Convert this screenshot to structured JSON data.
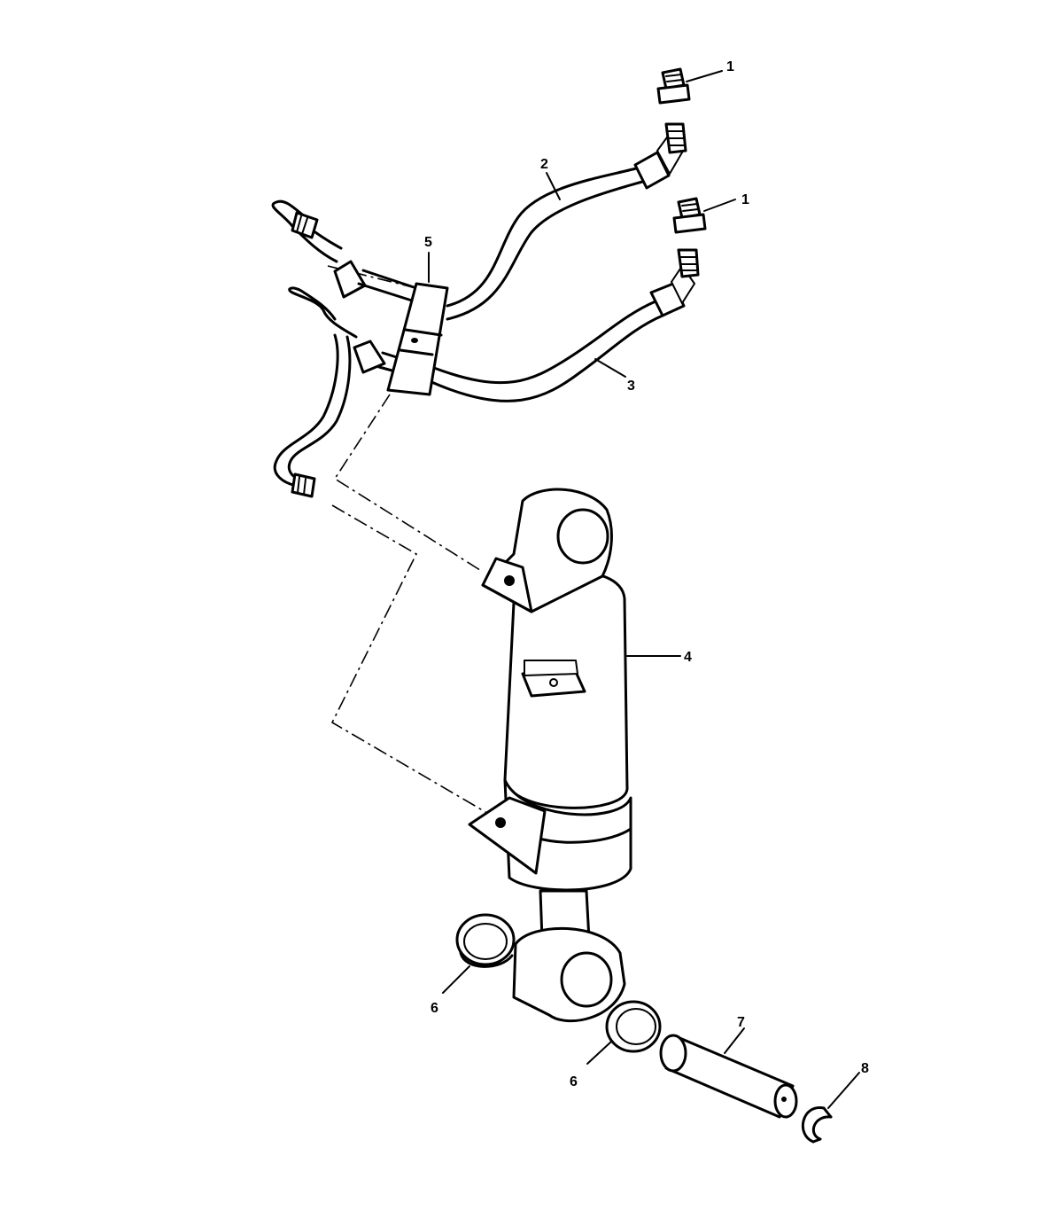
{
  "callouts": [
    {
      "id": "c1a",
      "label": "1",
      "part": "fitting-cap"
    },
    {
      "id": "c1b",
      "label": "1",
      "part": "fitting-cap"
    },
    {
      "id": "c2",
      "label": "2",
      "part": "hydraulic-hose-upper"
    },
    {
      "id": "c3",
      "label": "3",
      "part": "hydraulic-hose-lower"
    },
    {
      "id": "c4",
      "label": "4",
      "part": "hydraulic-cylinder"
    },
    {
      "id": "c5",
      "label": "5",
      "part": "hose-clamp"
    },
    {
      "id": "c6a",
      "label": "6",
      "part": "bushing"
    },
    {
      "id": "c6b",
      "label": "6",
      "part": "bushing"
    },
    {
      "id": "c7",
      "label": "7",
      "part": "pivot-pin"
    },
    {
      "id": "c8",
      "label": "8",
      "part": "retaining-ring"
    }
  ]
}
